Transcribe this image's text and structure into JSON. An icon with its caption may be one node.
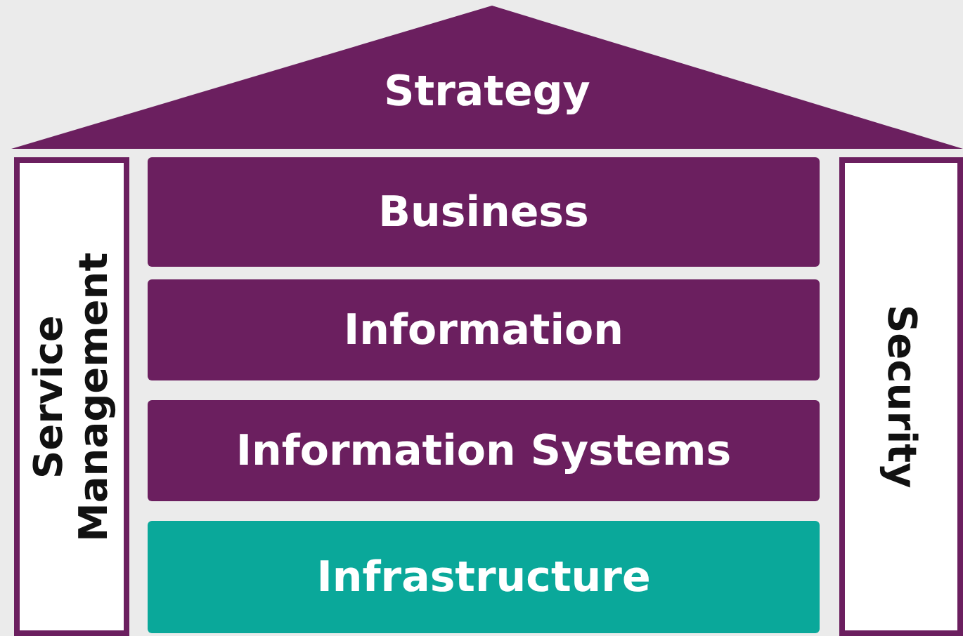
{
  "diagram": {
    "nodes": [
      {
        "text": [
          "Strategy"
        ]
      },
      {
        "text": [
          "Service Management"
        ]
      },
      {
        "text": [
          "Business"
        ]
      },
      {
        "text": [
          "Information"
        ]
      },
      {
        "text": [
          "Information Systems"
        ]
      },
      {
        "text": [
          "Infrastructure"
        ]
      },
      {
        "text": [
          "Security"
        ]
      }
    ]
  }
}
